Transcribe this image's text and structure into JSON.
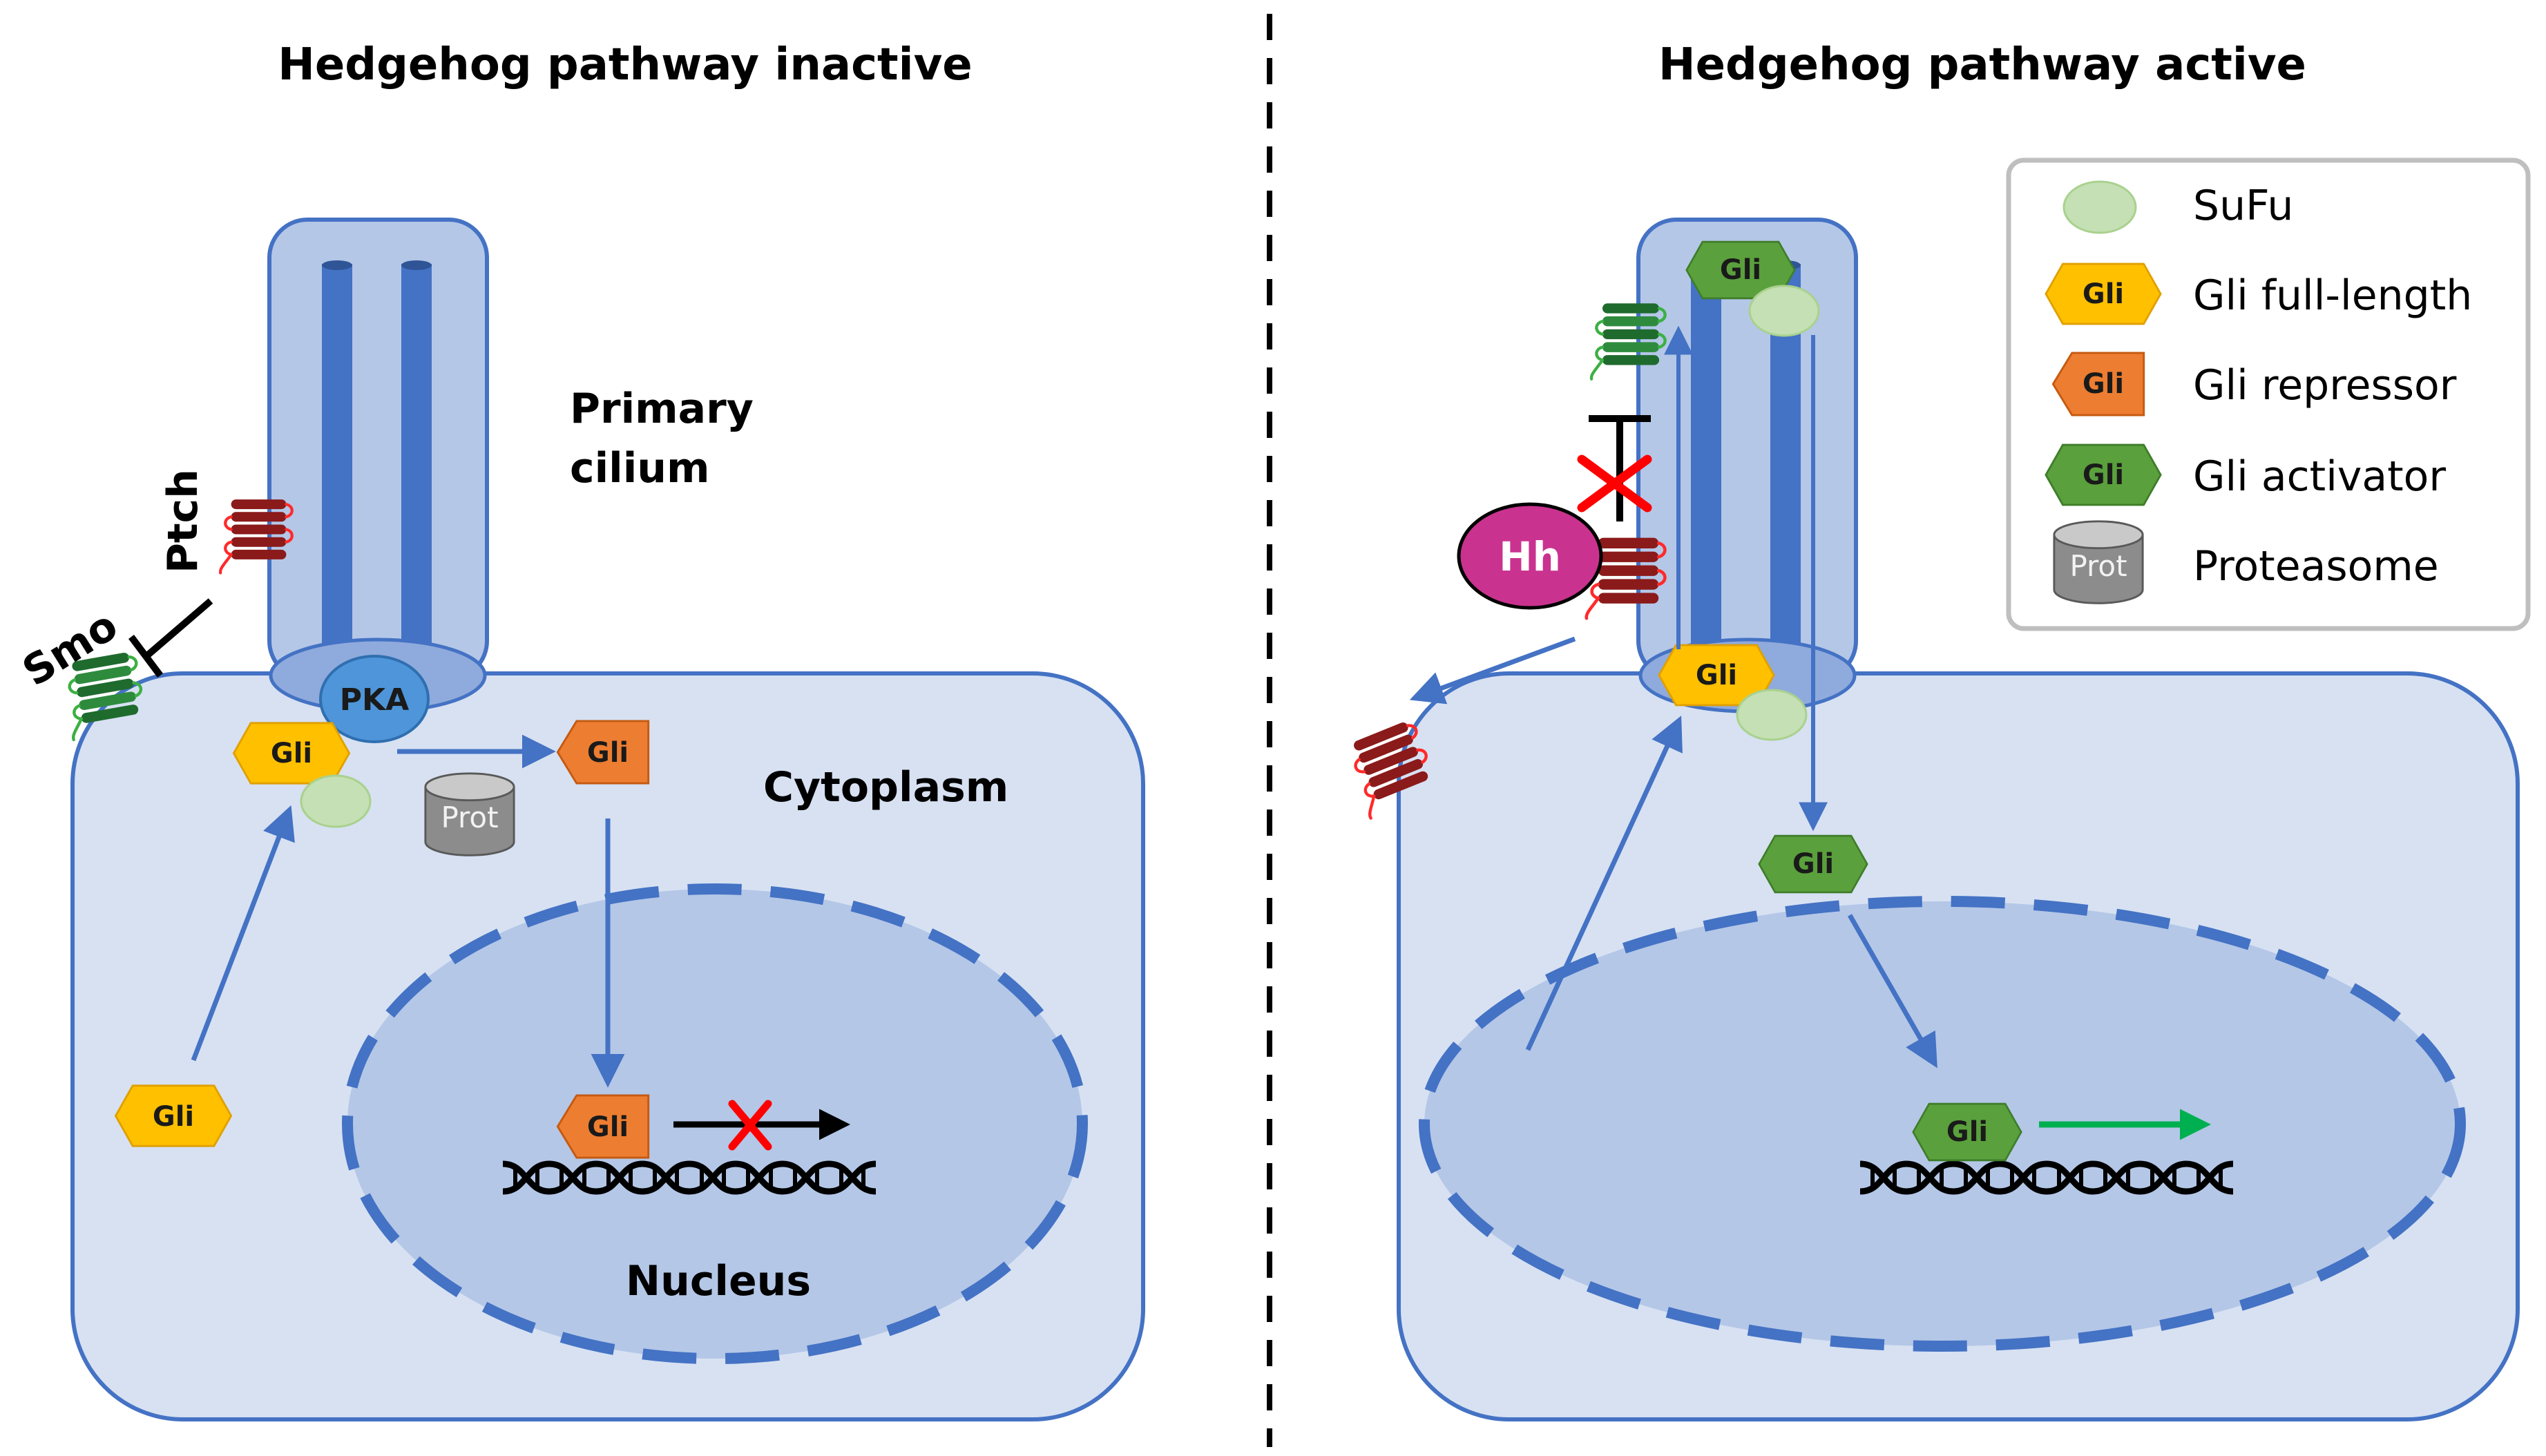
{
  "titles": {
    "inactive": "Hedgehog pathway inactive",
    "active": "Hedgehog pathway active"
  },
  "labels": {
    "primary_cilium_line1": "Primary",
    "primary_cilium_line2": "cilium",
    "cytoplasm": "Cytoplasm",
    "nucleus": "Nucleus",
    "ptch": "Ptch",
    "smo": "Smo",
    "pka": "PKA",
    "hh": "Hh",
    "gli": "Gli",
    "prot": "Prot"
  },
  "legend": {
    "items": [
      {
        "label": "SuFu",
        "icon": "sufu-oval"
      },
      {
        "label": "Gli full-length",
        "icon": "gli-hexagon-yellow"
      },
      {
        "label": "Gli repressor",
        "icon": "gli-pentagon-orange"
      },
      {
        "label": "Gli activator",
        "icon": "gli-hexagon-green"
      },
      {
        "label": "Proteasome",
        "icon": "proteasome-cylinder"
      }
    ]
  },
  "colors": {
    "cell_fill": "#d7e1f2",
    "cell_stroke": "#4472c4",
    "nucleus_fill": "#b4c7e7",
    "cilium_fill": "#b4c7e7",
    "microtubule": "#4472c4",
    "gli_full_length": "#ffc000",
    "gli_repressor": "#ed7d31",
    "gli_activator": "#5aa03c",
    "sufu": "#c5e0b4",
    "pka": "#4e95d9",
    "hh": "#c9338f",
    "ptch": "#8b1a1a",
    "smo": "#2e8b3e",
    "inhibition_cross": "#ff0000",
    "transcription_active_arrow": "#00b050"
  }
}
